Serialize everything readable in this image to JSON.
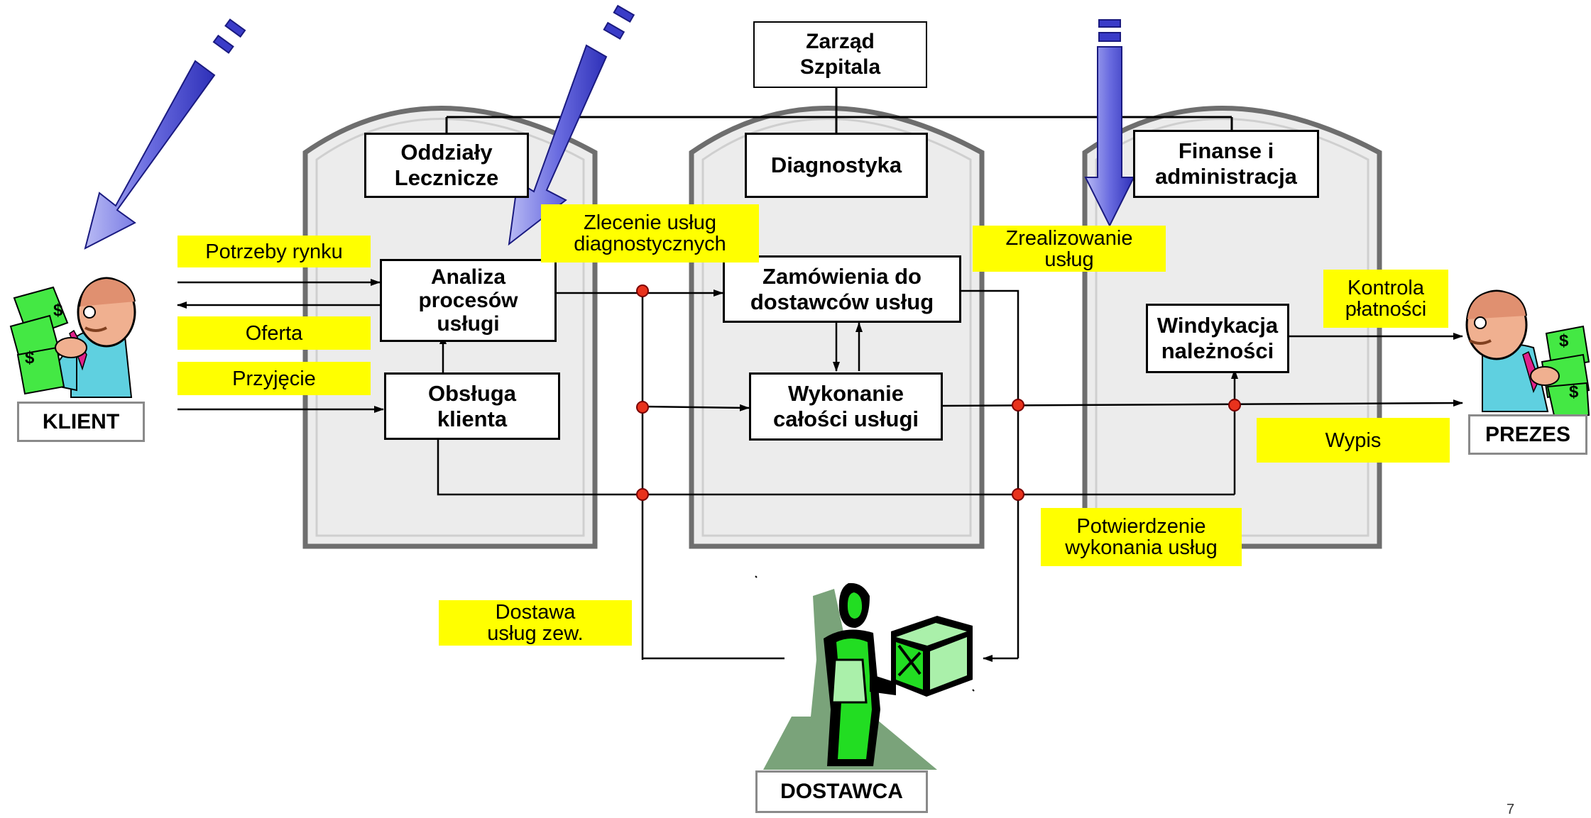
{
  "colors": {
    "note_background": "#ffff00",
    "department_fill": "#eeeeee",
    "department_border": "#707070",
    "junction": "#e8321c",
    "arrow_gradient_light": "#a8aaf0",
    "arrow_gradient_dark": "#3a3cc8",
    "figure_green": "#22dd22",
    "figure_shadow": "#7aa37a"
  },
  "management": {
    "board": "Zarząd\nSzpitala"
  },
  "departments": {
    "wards": "Oddziały\nLecznicze",
    "diagnostics": "Diagnostyka",
    "finance": "Finanse i\nadministracja"
  },
  "processes": {
    "analysis": "Analiza\nprocesów\nusługi",
    "client_service": "Obsługa\nklienta",
    "supplier_orders": "Zamówienia do\ndostawców usług",
    "execution": "Wykonanie\ncałości usługi",
    "debt_collection": "Windykacja\nnależności"
  },
  "actors": {
    "client": "KLIENT",
    "president": "PREZES",
    "supplier": "DOSTAWCA"
  },
  "notes": {
    "market_needs": "Potrzeby rynku",
    "offer": "Oferta",
    "admission": "Przyjęcie",
    "diagnostic_order": "Zlecenie usług\ndiagnostycznych",
    "services_done": "Zrealizowanie\nusług",
    "payment_control": "Kontrola\npłatności",
    "discharge": "Wypis",
    "confirmation": "Potwierdzenie\nwykonania usług",
    "external_delivery": "Dostawa\nusług zew."
  },
  "page_number": "7"
}
